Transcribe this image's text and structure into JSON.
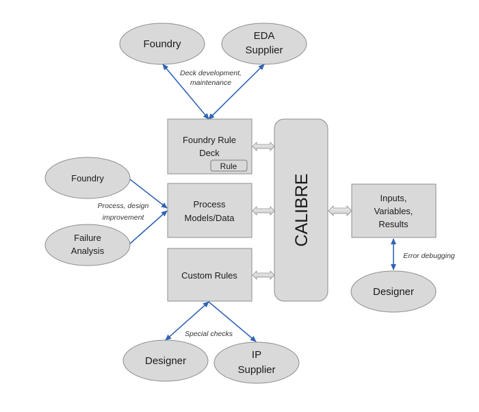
{
  "top": {
    "foundry": "Foundry",
    "eda_line1": "EDA",
    "eda_line2": "Supplier",
    "annotation_line1": "Deck development,",
    "annotation_line2": "maintenance"
  },
  "boxes": {
    "rule_deck_line1": "Foundry Rule",
    "rule_deck_line2": "Deck",
    "rule_tag": "Rule",
    "process_line1": "Process",
    "process_line2": "Models/Data",
    "custom": "Custom Rules",
    "calibre": "CALIBRE",
    "inputs_line1": "Inputs,",
    "inputs_line2": "Variables,",
    "inputs_line3": "Results"
  },
  "left": {
    "foundry": "Foundry",
    "failure_line1": "Failure",
    "failure_line2": "Analysis",
    "annotation_line1": "Process, design",
    "annotation_line2": "improvement"
  },
  "right": {
    "designer": "Designer",
    "annotation": "Error debugging"
  },
  "bottom": {
    "designer": "Designer",
    "ip_line1": "IP",
    "ip_line2": "Supplier",
    "annotation": "Special checks"
  },
  "colors": {
    "box_fill": "#d9d9d9",
    "box_stroke": "#8c8c8c",
    "arrow_blue": "#2f64b4"
  }
}
